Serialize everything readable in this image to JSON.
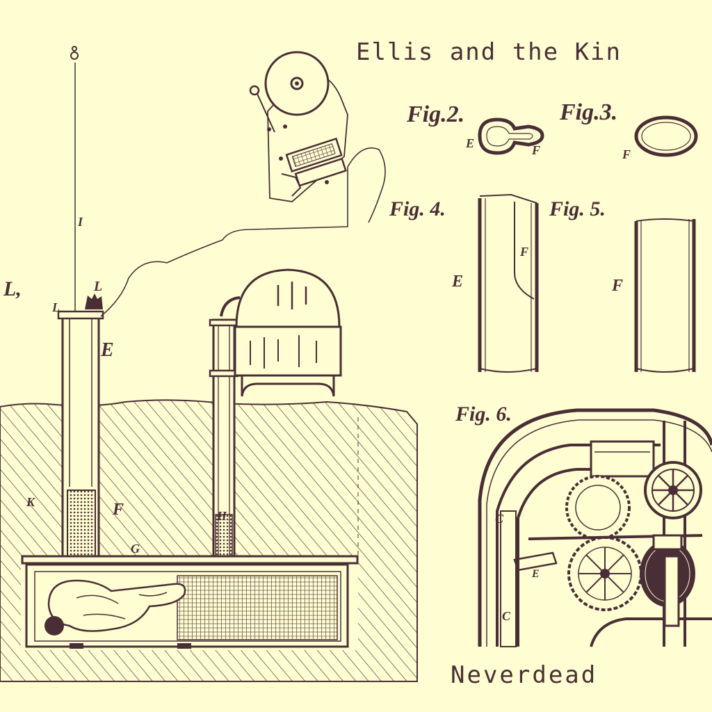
{
  "artist": "Ellis and the Kin",
  "album": "Neverdead",
  "colors": {
    "paper": "#fffdd2",
    "ink": "#4a2e35"
  },
  "figures": {
    "fig2": "Fig.2.",
    "fig3": "Fig.3.",
    "fig4": "Fig. 4.",
    "fig5": "Fig. 5.",
    "fig6": "Fig. 6."
  },
  "labels": {
    "L1": "L,",
    "L2": "L",
    "L3": "L",
    "E_main": "E",
    "F_main": "F",
    "G": "G",
    "H": "H",
    "I": "I",
    "K": "K",
    "E_fig4": "E",
    "F_fig4": "F",
    "F_fig5": "F",
    "E_fig2": "E",
    "F_fig2": "F",
    "F_fig3": "F",
    "C1_fig6": "C",
    "C2_fig6": "C",
    "E_fig6": "E"
  }
}
